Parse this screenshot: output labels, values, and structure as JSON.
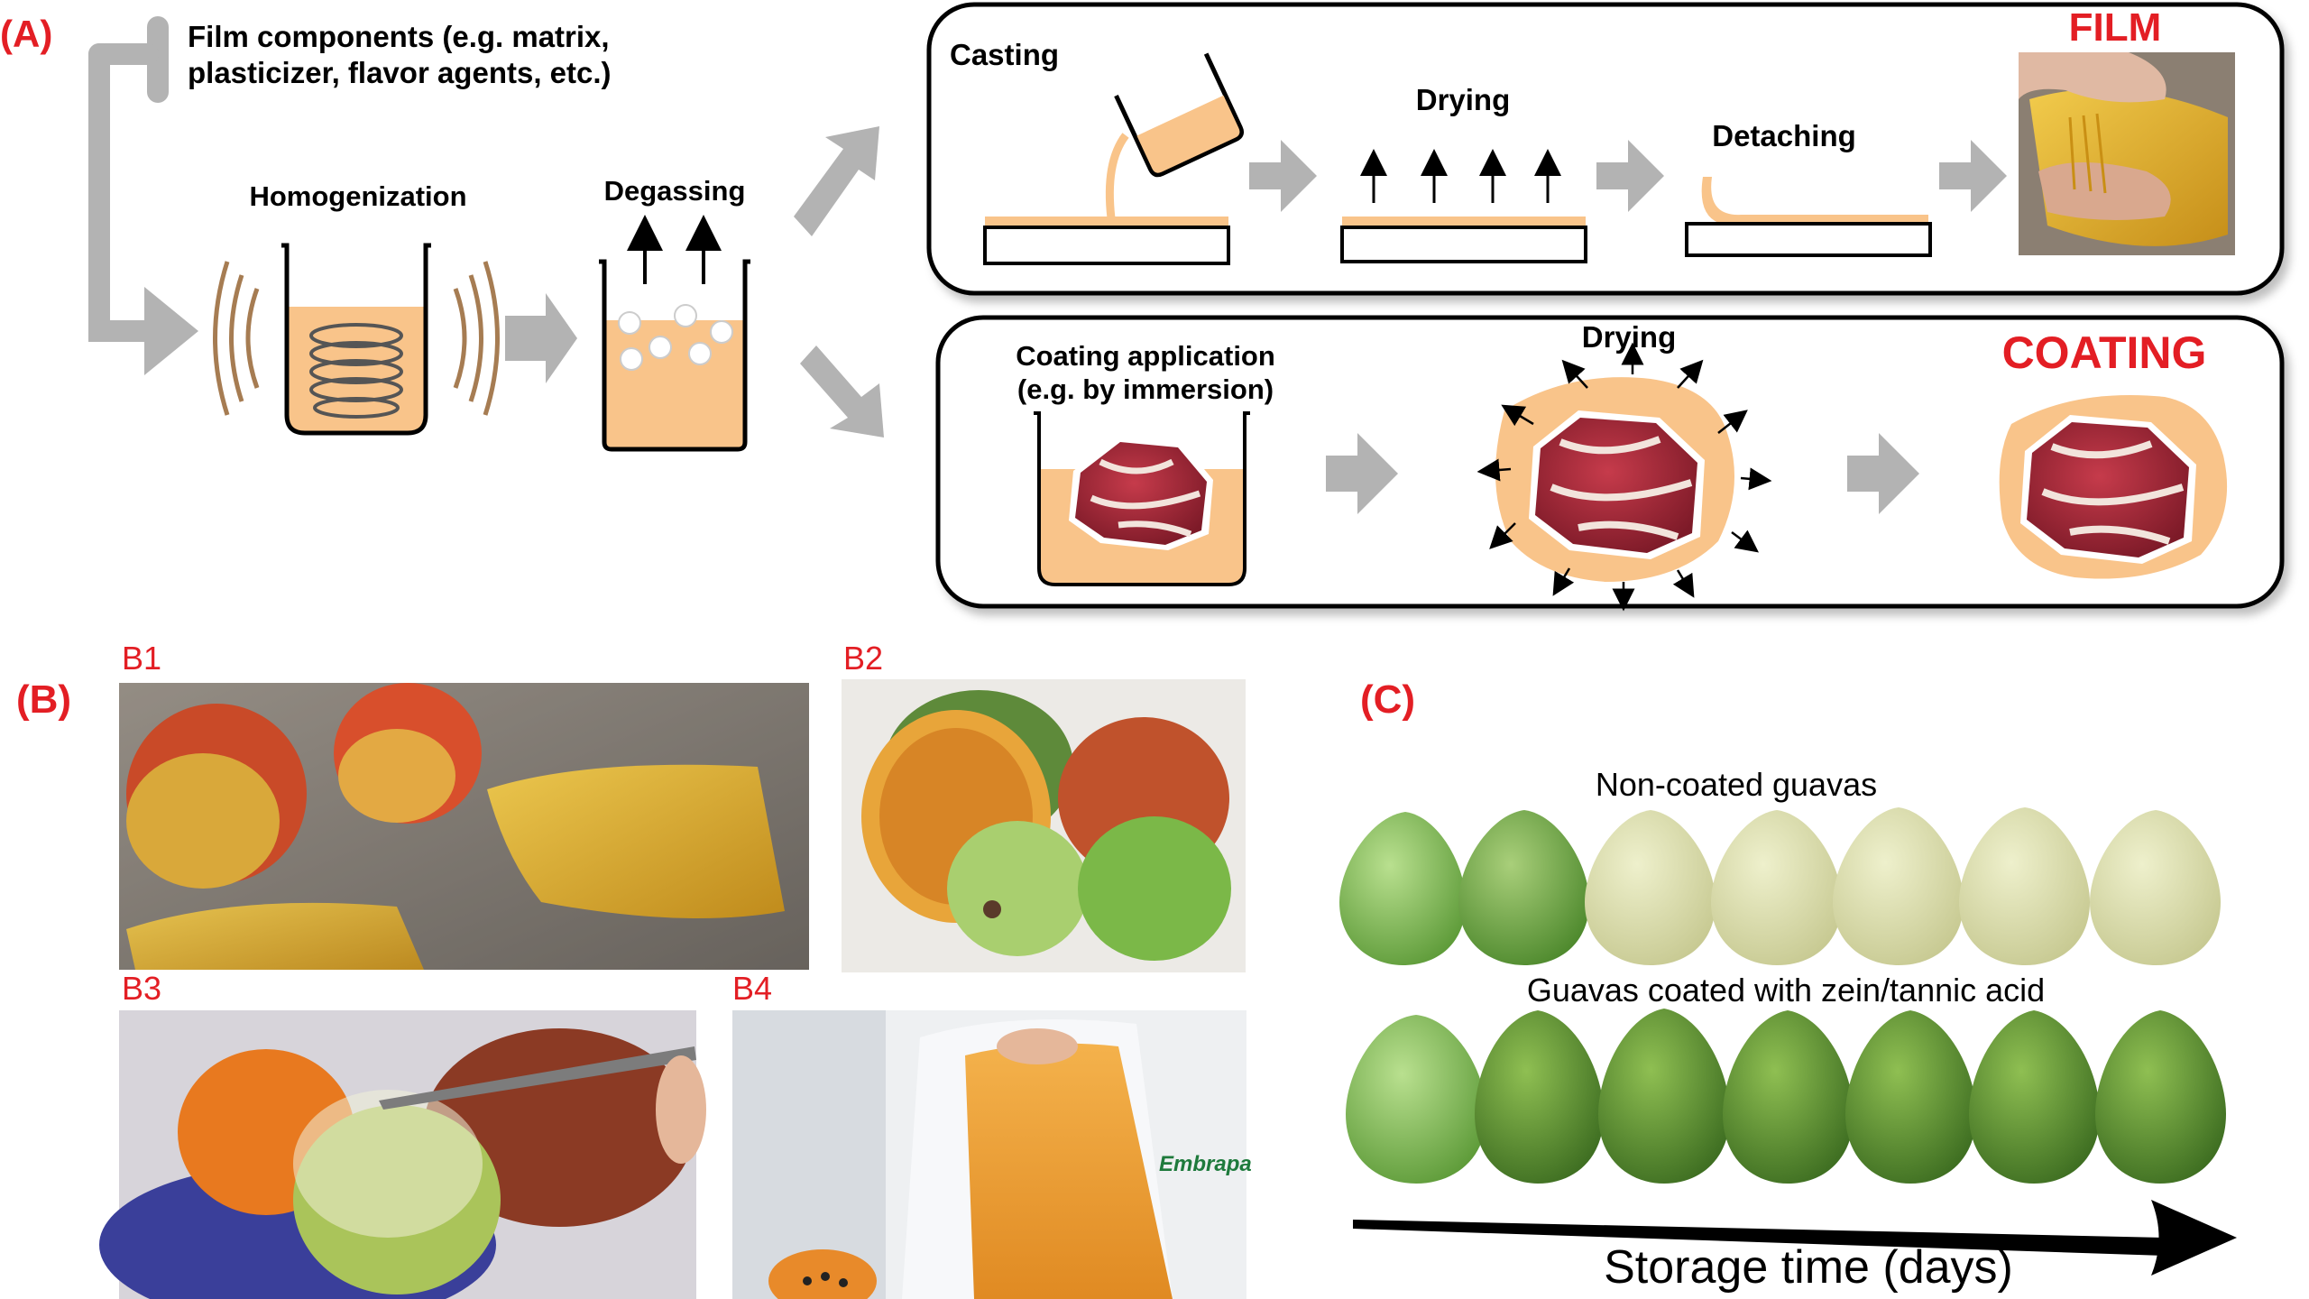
{
  "panel_a": {
    "label": "(A)",
    "components_line1": "Film components (e.g. matrix,",
    "components_line2": "plasticizer, flavor agents, etc.)",
    "homogenization": "Homogenization",
    "degassing": "Degassing",
    "film": {
      "title": "FILM",
      "casting": "Casting",
      "drying": "Drying",
      "detaching": "Detaching"
    },
    "coating": {
      "title": "COATING",
      "application_line1": "Coating application",
      "application_line2": "(e.g. by immersion)",
      "drying": "Drying"
    }
  },
  "panel_b": {
    "label": "(B)",
    "photos": [
      {
        "label": "B1"
      },
      {
        "label": "B2"
      },
      {
        "label": "B3"
      },
      {
        "label": "B4"
      }
    ],
    "logo_text": "Embrapa"
  },
  "panel_c": {
    "label": "(C)",
    "row1_title": "Non-coated guavas",
    "row2_title": "Guavas coated with zein/tannic acid",
    "axis_label": "Storage time (days)"
  },
  "colors": {
    "accent_red": "#e31e24",
    "solution": "#f9c48a",
    "arrow_gray": "#b3b3b3",
    "meat": "#a3283a",
    "fat": "#f2e4dc",
    "guava_fresh": "#86c25a",
    "guava_ripe": "#d9dcaa"
  }
}
